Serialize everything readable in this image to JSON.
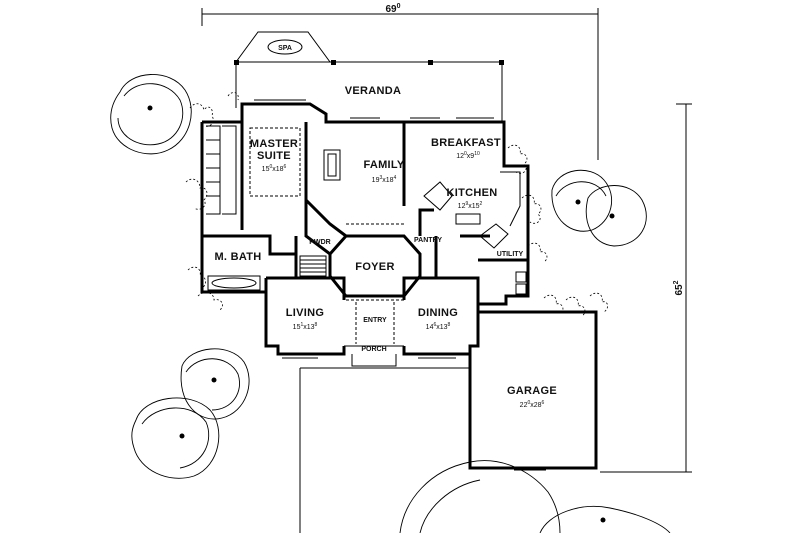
{
  "dimensions": {
    "width": "69",
    "width_sup": "0",
    "depth": "65",
    "depth_sup": "2"
  },
  "rooms": {
    "spa": {
      "label": "SPA"
    },
    "veranda": {
      "label": "VERANDA"
    },
    "master_suite": {
      "line1": "MASTER",
      "line2": "SUITE",
      "size": "15",
      "size_sup1": "0",
      "size_x": "x18",
      "size_sup2": "6"
    },
    "family": {
      "label": "FAMILY",
      "size": "19",
      "size_sup1": "3",
      "size_x": "x18",
      "size_sup2": "4"
    },
    "breakfast": {
      "label": "BREAKFAST",
      "size": "12",
      "size_sup1": "0",
      "size_x": "x9",
      "size_sup2": "10"
    },
    "kitchen": {
      "label": "KITCHEN",
      "size": "12",
      "size_sup1": "9",
      "size_x": "x15",
      "size_sup2": "2"
    },
    "pantry": {
      "label": "PANTRY"
    },
    "utility": {
      "label": "UTILITY"
    },
    "powder": {
      "label": "PWDR"
    },
    "master_bath": {
      "label": "M. BATH"
    },
    "foyer": {
      "label": "FOYER"
    },
    "living": {
      "label": "LIVING",
      "size": "15",
      "size_sup1": "1",
      "size_x": "x13",
      "size_sup2": "8"
    },
    "dining": {
      "label": "DINING",
      "size": "14",
      "size_sup1": "6",
      "size_x": "x13",
      "size_sup2": "8"
    },
    "entry": {
      "label": "ENTRY"
    },
    "porch": {
      "label": "PORCH"
    },
    "garage": {
      "label": "GARAGE",
      "size": "22",
      "size_sup1": "0",
      "size_x": "x28",
      "size_sup2": "6"
    }
  }
}
